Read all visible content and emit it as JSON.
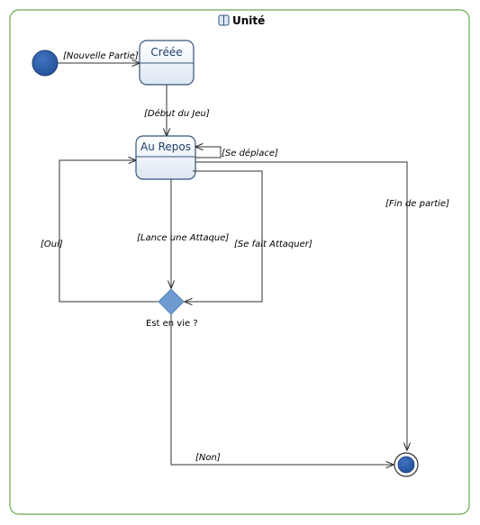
{
  "diagram": {
    "title": "Unité",
    "title_icon": "state-machine-icon",
    "states": {
      "creee": "Créée",
      "au_repos": "Au Repos"
    },
    "decision": {
      "label": "Est en vie ?"
    },
    "transitions": {
      "nouvelle_partie": "[Nouvelle Partie]",
      "debut_du_jeu": "[Début du Jeu]",
      "se_deplace": "[Se déplace]",
      "fin_de_partie": "[Fin de partie]",
      "lance_une_attaque": "[Lance une Attaque]",
      "se_fait_attaquer": "[Se fait Attaquer]",
      "oui": "[Oui]",
      "non": "[Non]"
    },
    "colors": {
      "frame_border": "#6aa84f",
      "state_fill_top": "#ffffff",
      "state_fill_bottom": "#dde7f2",
      "state_border": "#34547a",
      "initial_node": "#2f5fa8",
      "decision_fill": "#6f9bd1",
      "edge": "#303030"
    }
  }
}
